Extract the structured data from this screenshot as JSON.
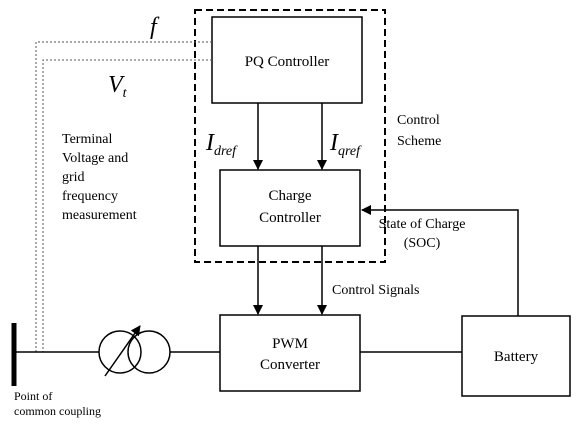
{
  "blocks": {
    "pq_controller": "PQ Controller",
    "charge_controller": [
      "Charge",
      "Controller"
    ],
    "pwm_converter": [
      "PWM",
      "Converter"
    ],
    "battery": "Battery"
  },
  "control_scheme": [
    "Control",
    "Scheme"
  ],
  "signals": {
    "f": "f",
    "vt_base": "V",
    "vt_sub": "t",
    "idref_base": "I",
    "idref_sub": "dref",
    "iqref_base": "I",
    "iqref_sub": "qref"
  },
  "measurement_label": [
    "Terminal",
    "Voltage and",
    "grid",
    "frequency",
    "measurement"
  ],
  "soc_label": [
    "State of Charge",
    "(SOC)"
  ],
  "control_signals": "Control Signals",
  "pcc_label": [
    "Point of",
    "common coupling"
  ]
}
